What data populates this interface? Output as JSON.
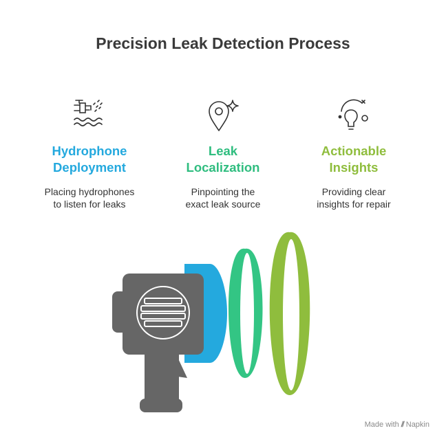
{
  "title": "Precision Leak Detection Process",
  "steps": [
    {
      "heading_line1": "Hydrophone",
      "heading_line2": "Deployment",
      "desc_line1": "Placing hydrophones",
      "desc_line2": "to listen for leaks",
      "icon": "faucet-water-icon",
      "color": "#24a9de"
    },
    {
      "heading_line1": "Leak",
      "heading_line2": "Localization",
      "desc_line1": "Pinpointing the",
      "desc_line2": "exact leak source",
      "icon": "location-pin-sparkle-icon",
      "color": "#2fbd7f"
    },
    {
      "heading_line1": "Actionable",
      "heading_line2": "Insights",
      "desc_line1": "Providing clear",
      "desc_line2": "insights for repair",
      "icon": "lightbulb-idea-icon",
      "color": "#8fbd3d"
    }
  ],
  "illustration": {
    "device": "handheld-detector-icon",
    "wave_colors": [
      "#24a9de",
      "#33c584",
      "#8fbd3d"
    ],
    "body_color": "#666666"
  },
  "footer": {
    "prefix": "Made with",
    "brand": "Napkin"
  }
}
